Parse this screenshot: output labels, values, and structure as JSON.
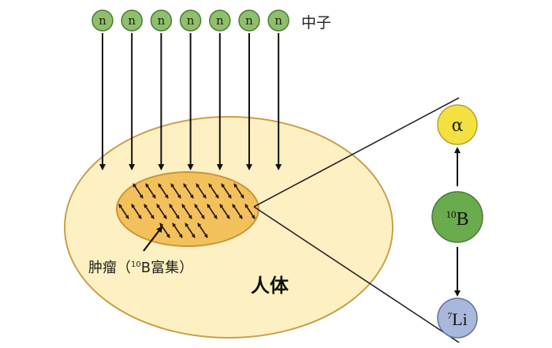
{
  "neutron_label": "n",
  "neutron_count": 7,
  "neutron_caption": "中子",
  "tumor_label": "肿瘤（",
  "tumor_label_sup": "10",
  "tumor_label_rest": "B富集）",
  "body_label": "人体",
  "particles": {
    "alpha": "α",
    "boron_sup": "10",
    "boron": "B",
    "lithium_sup": "7",
    "lithium": "Li"
  },
  "colors": {
    "body_fill": "#fdf0c2",
    "body_stroke": "#c8a04a",
    "tumor_fill": "#f2c15c",
    "neutron_fill": "#8fbf6a",
    "alpha_fill": "#f4e040",
    "boron_fill": "#6aab4e",
    "lithium_fill": "#a8b8dc"
  }
}
